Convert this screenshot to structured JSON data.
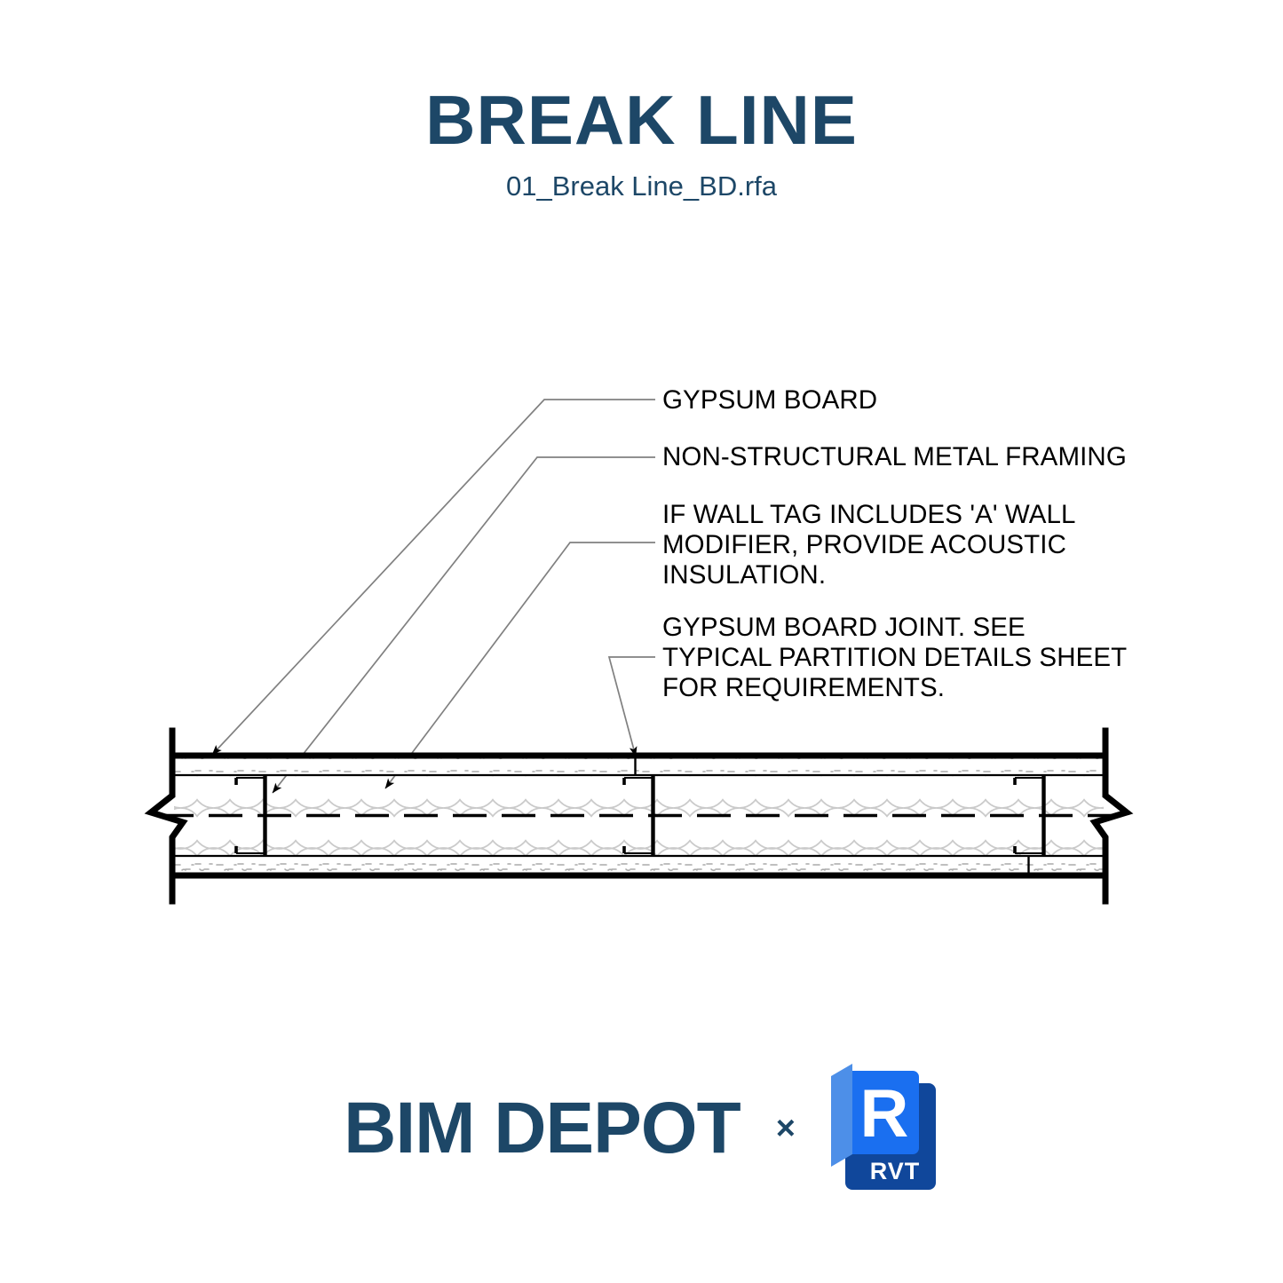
{
  "header": {
    "title": "BREAK LINE",
    "subtitle": "01_Break Line_BD.rfa"
  },
  "colors": {
    "brand_navy": "#1d4767",
    "revit_blue": "#0696fa",
    "revit_blue_bright": "#1a6ff0",
    "revit_navy": "#10479b",
    "revit_light_blue": "#4d8fe8",
    "line_black": "#000000",
    "hatch_gray": "#cfcfcf",
    "leader_gray": "#808080"
  },
  "notes": [
    {
      "id": "note-gypsum-board",
      "text": "GYPSUM BOARD"
    },
    {
      "id": "note-metal-framing",
      "text": "NON-STRUCTURAL METAL FRAMING"
    },
    {
      "id": "note-acoustic-insulation",
      "text": "IF WALL TAG INCLUDES 'A' WALL\nMODIFIER, PROVIDE ACOUSTIC\nINSULATION."
    },
    {
      "id": "note-gypsum-joint",
      "text": "GYPSUM BOARD JOINT. SEE\nTYPICAL PARTITION DETAILS SHEET\nFOR REQUIREMENTS."
    }
  ],
  "detail": {
    "name": "wall-section-detail",
    "description": "Horizontal wall partition section with break lines at both ends",
    "components": [
      "gypsum-board-face-top",
      "gypsum-board-face-bottom",
      "metal-stud-framing",
      "acoustic-insulation-batt",
      "gypsum-board-joint",
      "break-line-left",
      "break-line-right",
      "wall-centerline"
    ]
  },
  "footer": {
    "brand": "BIM DEPOT",
    "separator": "×",
    "logo": {
      "letter": "R",
      "label": "RVT"
    }
  }
}
